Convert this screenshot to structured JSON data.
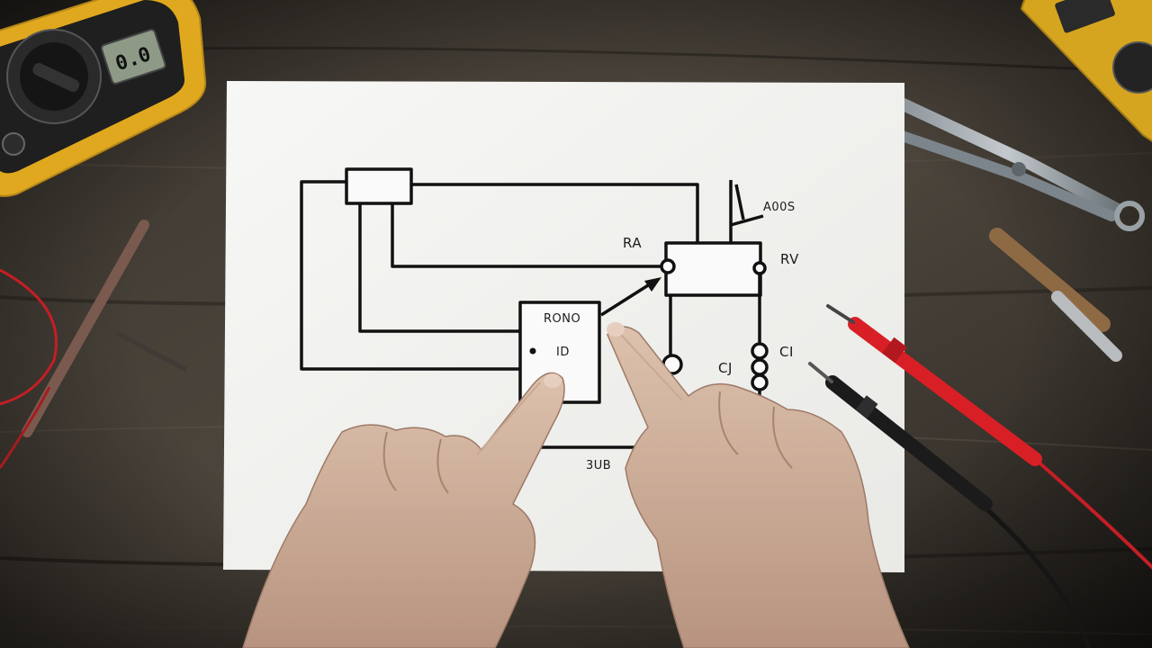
{
  "diagram": {
    "labels": {
      "top_right": "A00S",
      "relay_a": "RA",
      "relay_v": "RV",
      "center_block": "RONO",
      "center_block_sub": "ID",
      "cap_left": "CJ",
      "cap_right": "CI",
      "bottom": "3UB"
    }
  },
  "props": {
    "multimeter_readout": "0.0"
  },
  "colors": {
    "wood_dark": "#2e2a25",
    "wood_mid": "#4a443c",
    "paper": "#f4f4f1",
    "ink": "#111111",
    "meter_yellow": "#e0a81e",
    "probe_red": "#d91f26",
    "probe_black": "#1b1b1b",
    "skin": "#d4b6a0"
  }
}
